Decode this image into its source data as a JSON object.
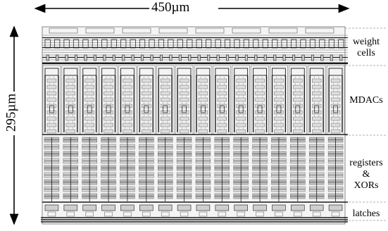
{
  "dimensions": {
    "width_label": "450µm",
    "height_label": "295µm"
  },
  "sections": {
    "weight_cells": [
      "weight",
      "cells"
    ],
    "mdacs": "MDACs",
    "registers_xors": [
      "registers",
      "&",
      "XORs"
    ],
    "latches": "latches"
  },
  "layout_columns": 16,
  "colors": {
    "ink": "#000000",
    "metal_dark": "#1a1a1a",
    "metal_mid": "#6e6e6e",
    "metal_light": "#b8b8b8",
    "divider": "#999999"
  }
}
